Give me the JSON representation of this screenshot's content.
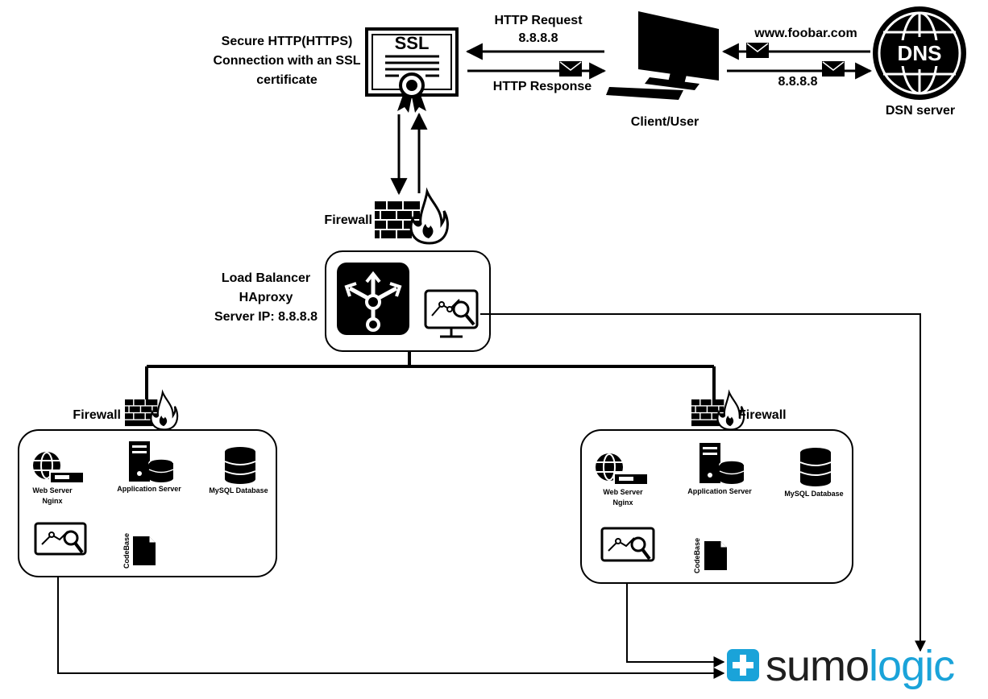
{
  "labels": {
    "ssl_caption": [
      "Secure HTTP(HTTPS)",
      "Connection with an SSL",
      "certificate"
    ],
    "ssl_badge": "SSL",
    "http_request": "HTTP Request",
    "request_ip": "8.8.8.8",
    "http_response": "HTTP Response",
    "domain": "www.foobar.com",
    "dns_reply_ip": "8.8.8.8",
    "dns_badge": "DNS",
    "dns_server": "DSN server",
    "client": "Client/User",
    "firewall_top": "Firewall",
    "lb_caption": [
      "Load Balancer",
      "HAproxy",
      "Server IP: 8.8.8.8"
    ],
    "firewall_left": "Firewall",
    "firewall_right": "Firewall"
  },
  "servers": [
    {
      "web_server": "Web Server",
      "web_server_sub": "Nginx",
      "app_server": "Application Server",
      "database": "MySQL Database",
      "codebase": "CodeBase"
    },
    {
      "web_server": "Web Server",
      "web_server_sub": "Nginx",
      "app_server": "Application Server",
      "database": "MySQL Database",
      "codebase": "CodeBase"
    }
  ],
  "sumologic": {
    "word_part1": "sumo",
    "word_part2": "logic",
    "color_part1": "#1f1f1f",
    "color_part2": "#1aa3d9",
    "plus_color": "#1aa3d9"
  }
}
